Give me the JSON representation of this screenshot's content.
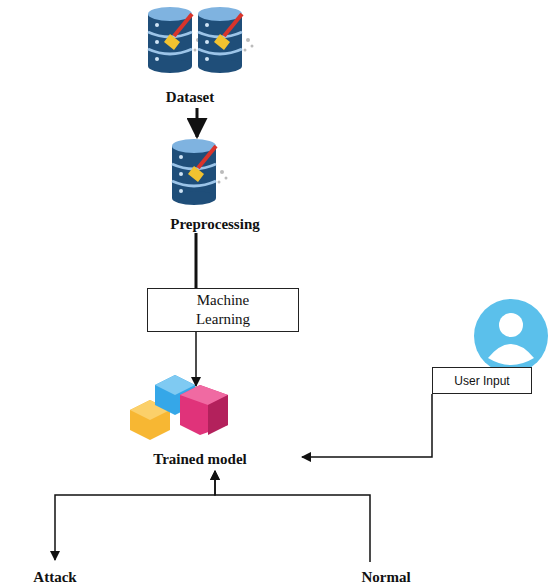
{
  "diagram": {
    "nodes": [
      {
        "text": [
          "Dataset"
        ]
      },
      {
        "text": [
          "Preprocessing"
        ]
      },
      {
        "text": [
          "Machine Learning"
        ]
      },
      {
        "text": [
          "Trained model"
        ]
      },
      {
        "text": [
          "User Input"
        ]
      },
      {
        "text": [
          "Attack"
        ]
      },
      {
        "text": [
          "Normal"
        ]
      }
    ],
    "edges": [
      {
        "from": 0,
        "to": 1,
        "arrow": "to"
      },
      {
        "from": 1,
        "to": 2,
        "arrow": "none"
      },
      {
        "from": 2,
        "to": 3,
        "arrow": "to"
      },
      {
        "from": 4,
        "to": 3,
        "arrow": "to"
      },
      {
        "from": 3,
        "to": 5,
        "arrow": "both"
      },
      {
        "from": 6,
        "to": 3,
        "arrow": "to"
      }
    ]
  }
}
